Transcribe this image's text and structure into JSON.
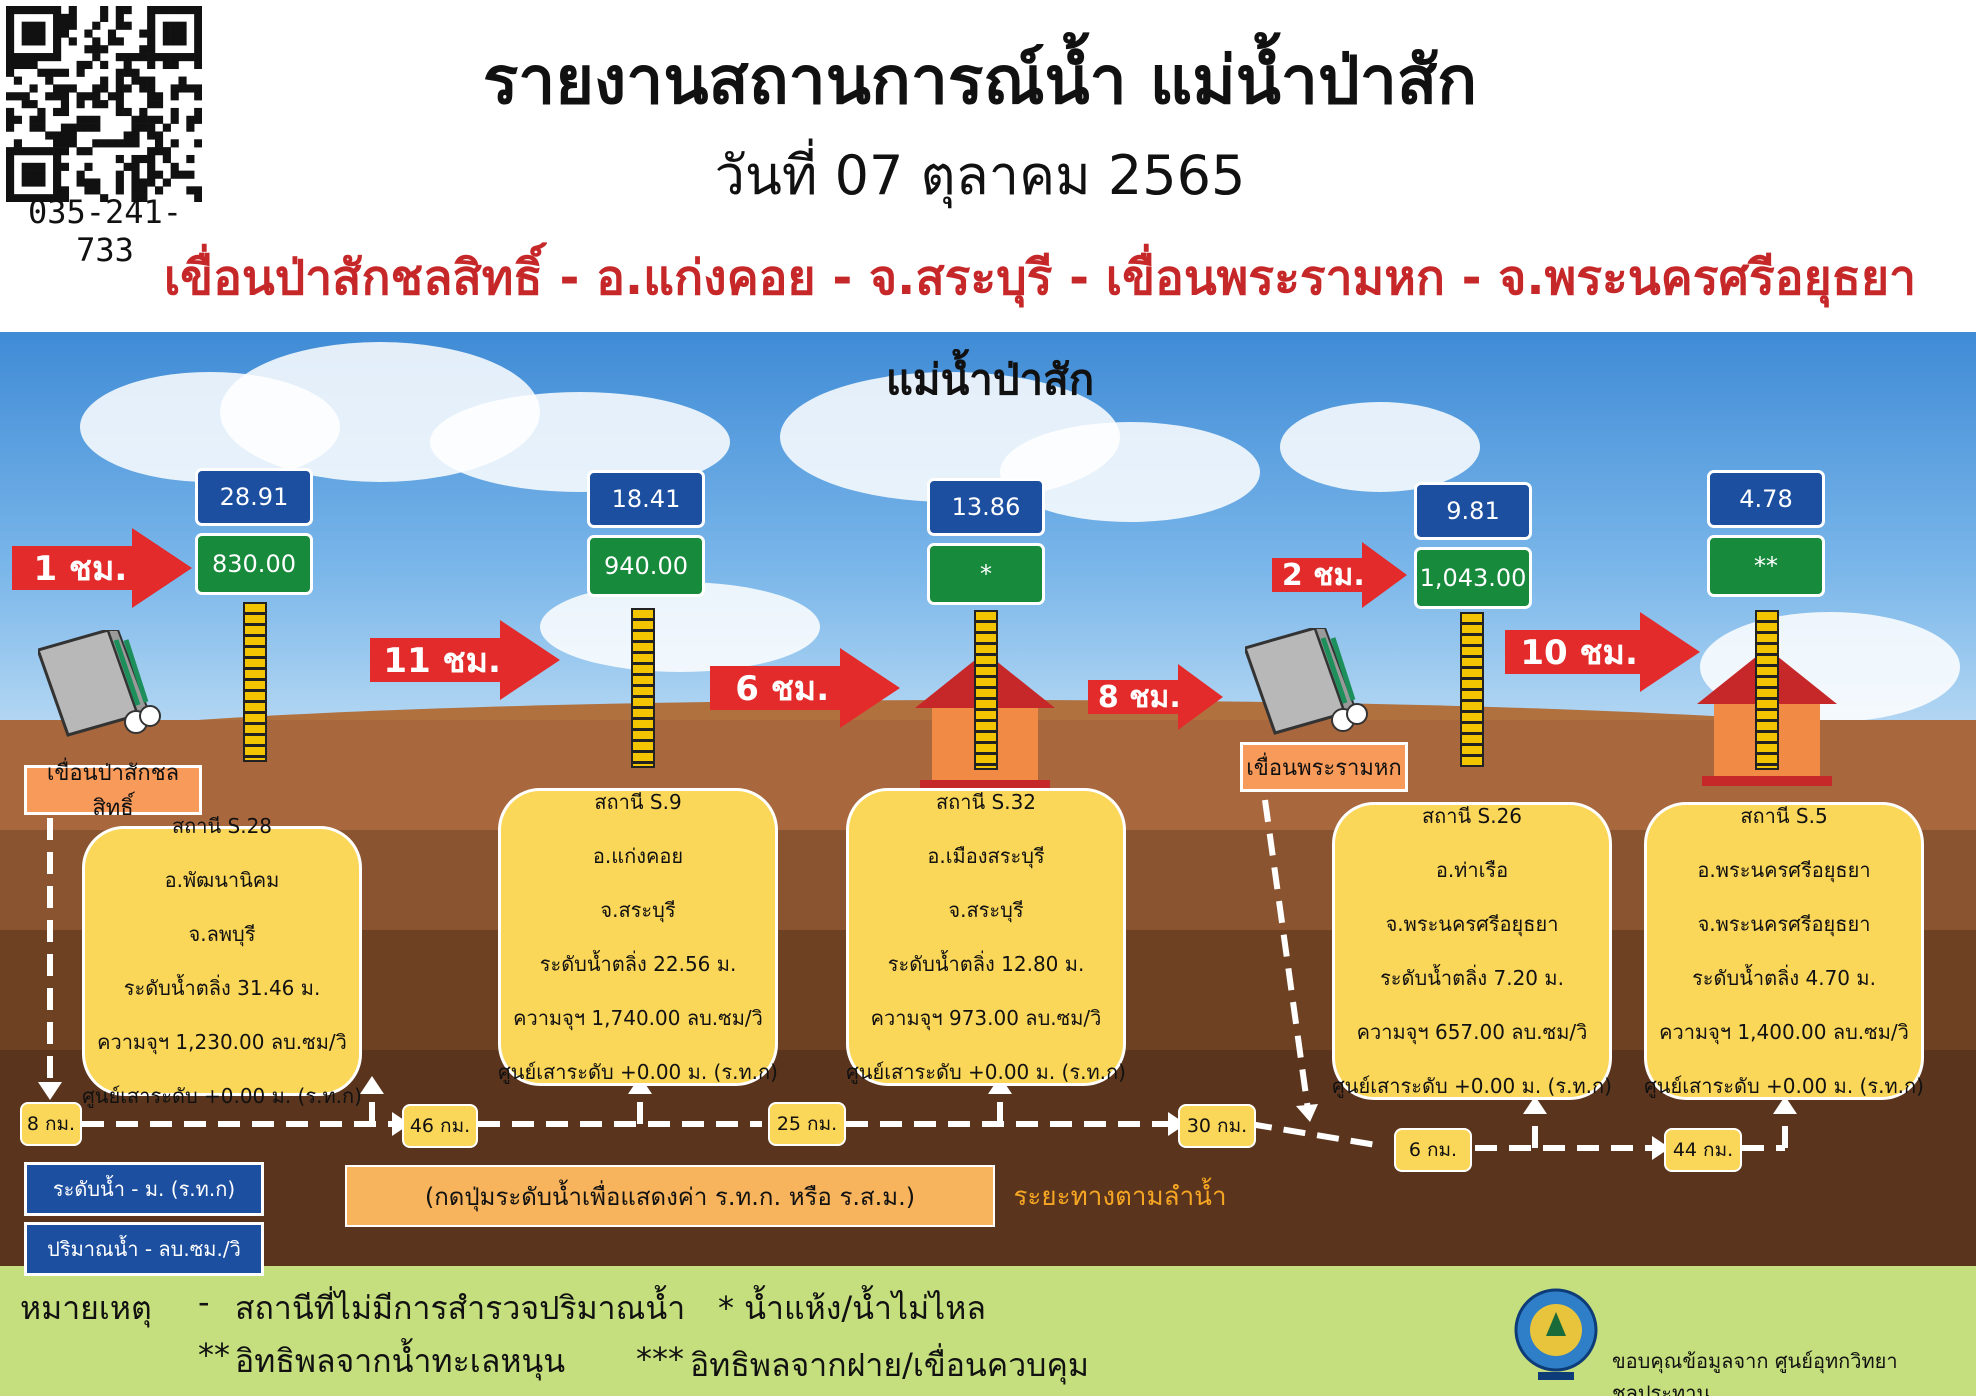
{
  "header": {
    "title": "รายงานสถานการณ์น้ำ แม่น้ำป่าสัก",
    "date": "วันที่ 07 ตุลาคม 2565",
    "route": "เขื่อนป่าสักชลสิทธิ์ - อ.แก่งคอย - จ.สระบุรี - เขื่อนพระรามหก - จ.พระนครศรีอยุธยา",
    "phone": "035-241-733"
  },
  "river_label": "แม่น้ำป่าสัก",
  "colors": {
    "level_box": "#1d4fa0",
    "flow_box": "#178a3c",
    "arrow": "#e32b2b",
    "station_card": "#fad659",
    "dam_label": "#f79a5a",
    "route_text": "#c6282a"
  },
  "travel_times": [
    "1 ชม.",
    "11 ชม.",
    "6 ชม.",
    "8 ชม.",
    "2 ชม.",
    "10 ชม."
  ],
  "gauges": [
    {
      "level": "28.91",
      "flow": "830.00"
    },
    {
      "level": "18.41",
      "flow": "940.00"
    },
    {
      "level": "13.86",
      "flow": "*"
    },
    {
      "level": "9.81",
      "flow": "1,043.00"
    },
    {
      "level": "4.78",
      "flow": "**"
    }
  ],
  "dams": [
    "เขื่อนป่าสักชลสิทธิ์",
    "เขื่อนพระรามหก"
  ],
  "stations": [
    {
      "name": "สถานี S.28",
      "district": "อ.พัฒนานิคม",
      "province": "จ.ลพบุรี",
      "bank": "ระดับน้ำตลิ่ง 31.46 ม.",
      "capacity": "ความจุฯ 1,230.00 ลบ.ซม/วิ",
      "datum": "ศูนย์เสาระดับ +0.00 ม. (ร.ท.ก)"
    },
    {
      "name": "สถานี S.9",
      "district": "อ.แก่งคอย",
      "province": "จ.สระบุรี",
      "bank": "ระดับน้ำตลิ่ง 22.56 ม.",
      "capacity": "ความจุฯ 1,740.00 ลบ.ซม/วิ",
      "datum": "ศูนย์เสาระดับ +0.00 ม. (ร.ท.ก)"
    },
    {
      "name": "สถานี S.32",
      "district": "อ.เมืองสระบุรี",
      "province": "จ.สระบุรี",
      "bank": "ระดับน้ำตลิ่ง 12.80 ม.",
      "capacity": "ความจุฯ 973.00 ลบ.ซม/วิ",
      "datum": "ศูนย์เสาระดับ +0.00 ม. (ร.ท.ก)"
    },
    {
      "name": "สถานี S.26",
      "district": "อ.ท่าเรือ",
      "province": "จ.พระนครศรีอยุธยา",
      "bank": "ระดับน้ำตลิ่ง 7.20 ม.",
      "capacity": "ความจุฯ 657.00 ลบ.ซม/วิ",
      "datum": "ศูนย์เสาระดับ +0.00 ม. (ร.ท.ก)"
    },
    {
      "name": "สถานี S.5",
      "district": "อ.พระนครศรีอยุธยา",
      "province": "จ.พระนครศรีอยุธยา",
      "bank": "ระดับน้ำตลิ่ง 4.70 ม.",
      "capacity": "ความจุฯ 1,400.00 ลบ.ซม/วิ",
      "datum": "ศูนย์เสาระดับ +0.00 ม. (ร.ท.ก)"
    }
  ],
  "distances": [
    "8 กม.",
    "46 กม.",
    "25 กม.",
    "30 กม.",
    "6 กม.",
    "44 กม."
  ],
  "legend": {
    "level": "ระดับน้ำ - ม. (ร.ท.ก)",
    "flow": "ปริมาณน้ำ - ลบ.ซม./วิ"
  },
  "hint": "(กดปุ่มระดับน้ำเพื่อแสดงค่า ร.ท.ก. หรือ ร.ส.ม.)",
  "along_river": "ระยะทางตามลำน้ำ",
  "notes": {
    "label": "หมายเหตุ",
    "dash": "-",
    "no_survey": "สถานีที่ไม่มีการสำรวจปริมาณน้ำ",
    "single_star": "* น้ำแห้ง/น้ำไม่ไหล",
    "double_star": "**",
    "tidal": "อิทธิพลจากน้ำทะเลหนุน",
    "triple_star": "***",
    "dam_effect": "อิทธิพลจากฝาย/เขื่อนควบคุม"
  },
  "credit": "ขอบคุณข้อมูลจาก ศูนย์อุทกวิทยาชลประทาน"
}
